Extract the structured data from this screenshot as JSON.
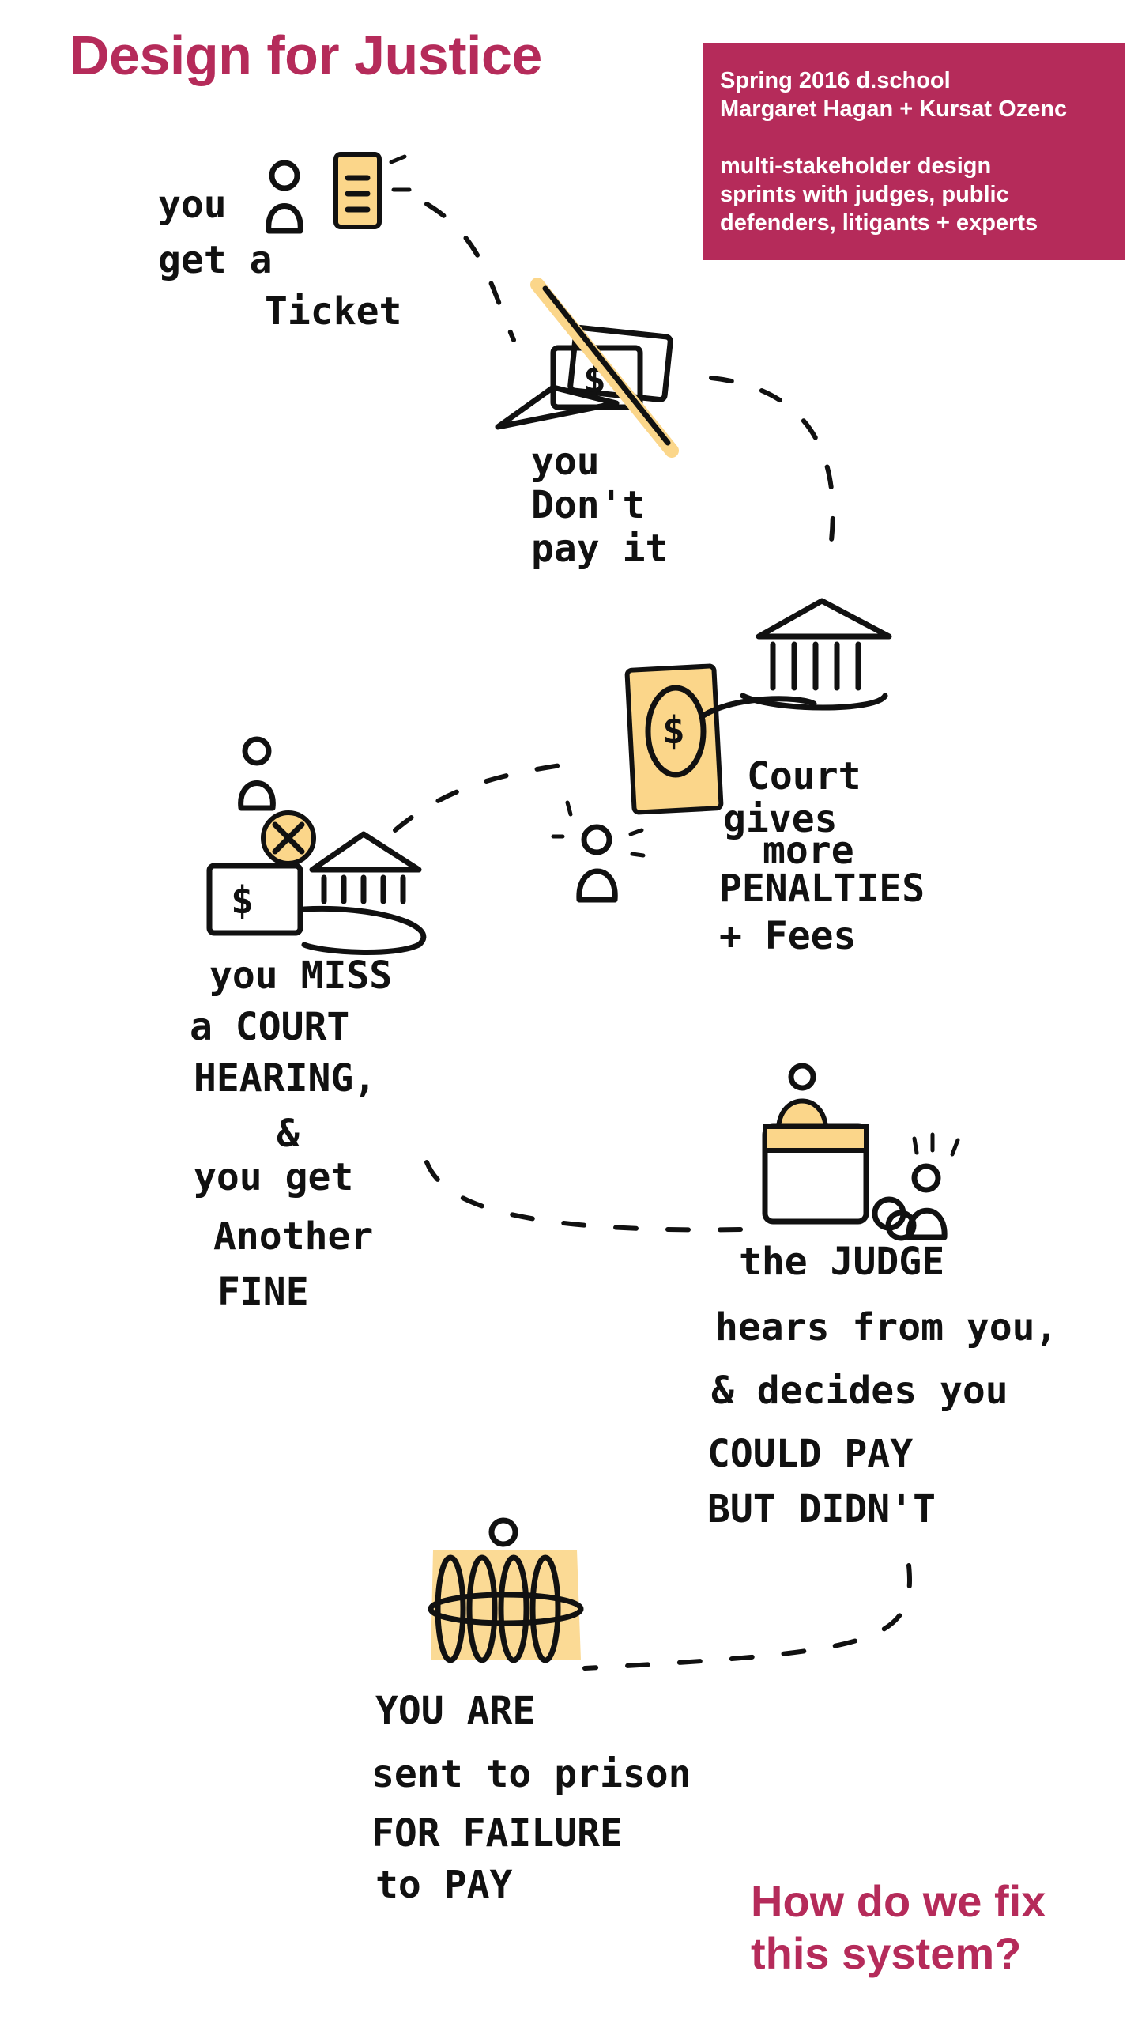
{
  "title": "Design for Justice",
  "info_box": {
    "line1": "Spring 2016 d.school",
    "line2": "Margaret Hagan + Kursat Ozenc",
    "line3": "multi-stakeholder design",
    "line4": "sprints with judges, public",
    "line5": "defenders, litigants + experts"
  },
  "steps": [
    {
      "lines": [
        "you",
        "get a",
        "Ticket"
      ]
    },
    {
      "lines": [
        "you",
        "Don't",
        "pay it"
      ]
    },
    {
      "lines": [
        "Court",
        "gives",
        "more",
        "PENALTIES",
        "+ Fees"
      ]
    },
    {
      "lines": [
        "you MISS",
        "a COURT",
        "HEARING,",
        "&",
        "you get",
        "Another",
        "FINE"
      ]
    },
    {
      "lines": [
        "the JUDGE",
        "hears from you,",
        "& decides you",
        "COULD PAY",
        "BUT DIDN'T"
      ]
    },
    {
      "lines": [
        "YOU ARE",
        "sent to prison",
        "FOR FAILURE",
        "to PAY"
      ]
    }
  ],
  "question": {
    "line1": "How do we fix",
    "line2": "this system?"
  },
  "colors": {
    "brand": "#b52b5a",
    "highlight": "#fbd68a",
    "ink": "#111111",
    "background": "#ffffff"
  }
}
